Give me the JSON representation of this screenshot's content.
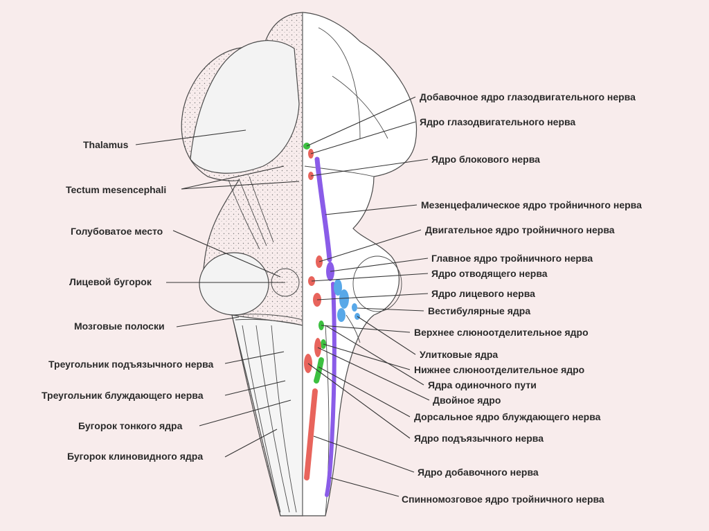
{
  "colors": {
    "background": "#f8ecec",
    "outline": "#4a4a4a",
    "motor_nuclei": "#e8645c",
    "sensory_nuclei": "#8a5ce8",
    "vestibular_nuclei": "#58a8e8",
    "autonomic_nuclei": "#3cc040",
    "label_text": "#2a2a2a"
  },
  "left_labels": [
    "Thalamus",
    "Tectum mesencephali",
    "Голубоватое место",
    "Лицевой бугорок",
    "Мозговые полоски",
    "Треугольник подъязычного нерва",
    "Треугольник блуждающего нерва",
    "Бугорок тонкого ядра",
    "Бугорок клиновидного ядра"
  ],
  "right_labels": [
    "Добавочное ядро глазодвигательного нерва",
    "Ядро глазодвигательного нерва",
    "Ядро блокового нерва",
    "Мезенцефалическое ядро тройничного нерва",
    "Двигательное ядро тройничного нерва",
    "Главное ядро тройничного нерва",
    "Ядро отводящего нерва",
    "Ядро лицевого нерва",
    "Вестибулярные  ядра",
    "Верхнее слюноотделительное  ядро",
    "Улитковые  ядра",
    "Нижнее слюноотделительное  ядро",
    "Ядра одиночного пути",
    "Двойное ядро",
    "Дорсальное ядро блуждающего нерва",
    "Ядро подъязычного нерва",
    "Ядро добавочного нерва",
    "Спинномозговое ядро тройничного нерва"
  ]
}
